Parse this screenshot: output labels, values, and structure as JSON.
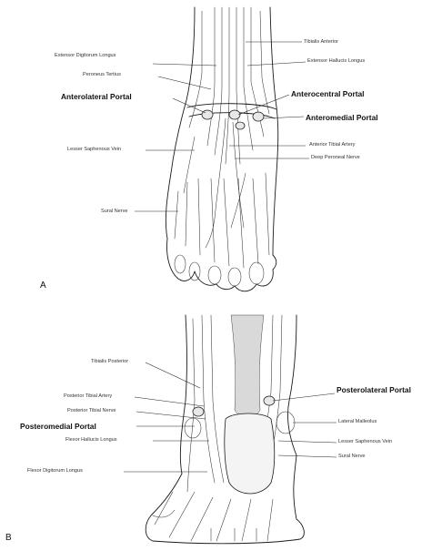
{
  "panelA": {
    "letter": "A",
    "labels": {
      "tibialis_anterior": "Tibialis Anterior",
      "extensor_digitorum_longus": "Extensor Digitorum Longus",
      "peroneus_tertius": "Peroneus Tertius",
      "extensor_hallucis_longus": "Extensor Hallucis Longus",
      "anterolateral_portal": "Anterolateral Portal",
      "anterocentral_portal": "Anterocentral Portal",
      "anteromedial_portal": "Anteromedial Portal",
      "lesser_saphenous_vein": "Lesser Saphenous Vein",
      "anterior_tibial_artery": "Anterior Tibial Artery",
      "deep_peroneal_nerve": "Deep Peroneal Nerve",
      "sural_nerve": "Sural Nerve"
    }
  },
  "panelB": {
    "letter": "B",
    "labels": {
      "tibialis_posterior": "Tibialis Posterior",
      "posterior_tibial_artery": "Posterior Tibial Artery",
      "posterior_tibial_nerve": "Posterior Tibial Nerve",
      "posteromedial_portal": "Posteromedial Portal",
      "flexor_hallucis_longus": "Flexor Hallucis Longus",
      "flexor_digitorum_longus": "Flexor Digitorum Longus",
      "posterolateral_portal": "Posterolateral Portal",
      "lateral_malleolus": "Lateral Malleolus",
      "lesser_saphenous_vein": "Lesser Saphenous Vein",
      "sural_nerve": "Sural Nerve"
    }
  }
}
